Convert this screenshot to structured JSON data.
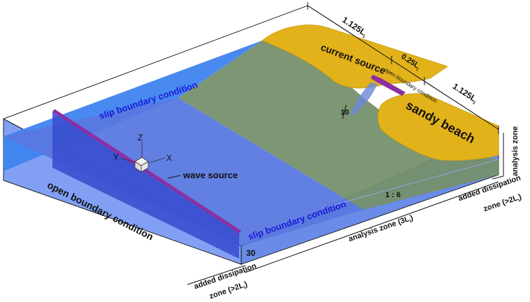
{
  "labels": {
    "slip_top": "slip boundary condition",
    "slip_bottom": "slip boundary condition",
    "open_left": "open boundary condition",
    "open_back": "open boundary condition",
    "wave_source": "wave source",
    "current_source": "current source",
    "sandy_beach": "sandy beach",
    "slope": "1 : 6",
    "depth": "30",
    "ten": "10",
    "axis_x": "X",
    "axis_y": "Y",
    "axis_z": "Z",
    "dim_left_beach": "1.125L",
    "dim_gap": "0.25L",
    "dim_right_beach": "1.125L",
    "analysis_zone_3l": "analysis zone (3L",
    "analysis_zone_right": "analysis zone",
    "dissipation_left_1": "added dissipation",
    "dissipation_left_2": "zone (>2L",
    "dissipation_right_1": "added dissipation",
    "dissipation_right_2": "zone (>2L",
    "subscript_i": "i",
    "close_paren": ")"
  },
  "colors": {
    "water_slip": "#3f84f0",
    "water_front": "#5a7fe6",
    "slope_green": "#76906b",
    "sand": "#e2b21a",
    "wave_source": "#8b2fa3",
    "label_blue": "#1a1ad6"
  }
}
